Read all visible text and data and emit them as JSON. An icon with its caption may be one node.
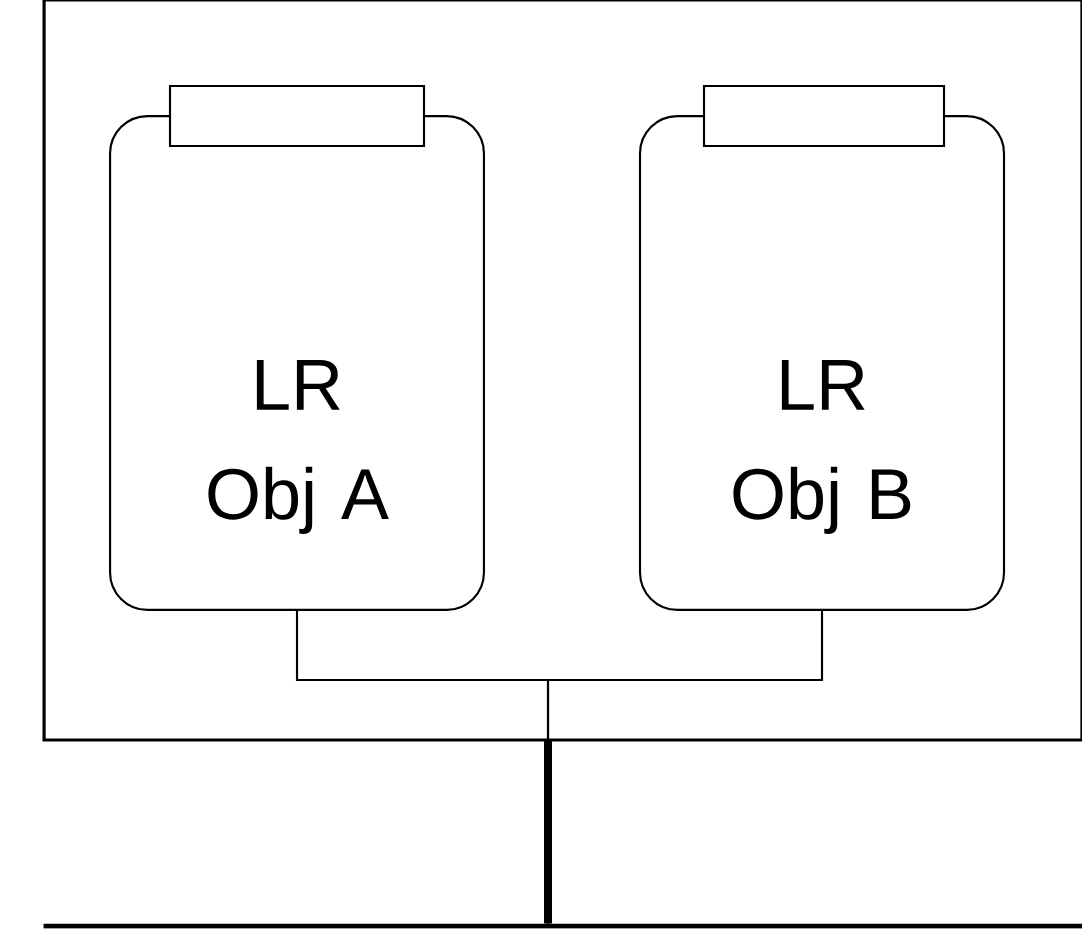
{
  "diagram": {
    "nodes": [
      {
        "text": [],
        "shape": "box"
      },
      {
        "text": [
          "LR Obj A"
        ],
        "in": 0
      },
      {
        "text": [
          "LR Obj B"
        ],
        "in": 0
      },
      {
        "text": [],
        "shape": "bar"
      }
    ],
    "edges": [
      {
        "from": 1,
        "to": 3,
        "arrow": "none"
      },
      {
        "from": 2,
        "to": 3,
        "arrow": "none"
      }
    ]
  }
}
